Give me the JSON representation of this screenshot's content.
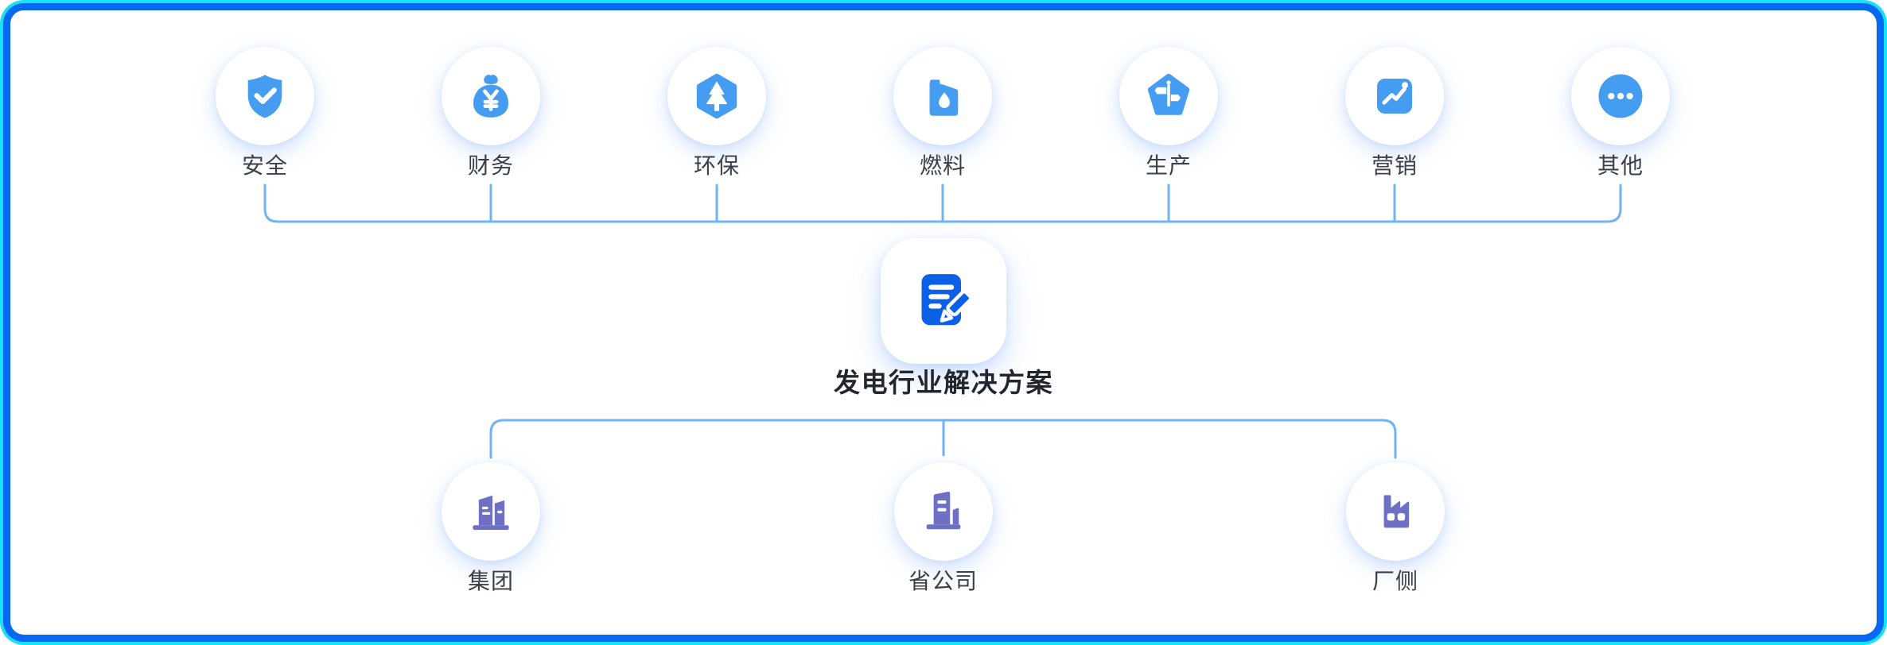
{
  "diagram": {
    "center": {
      "label": "发电行业解决方案",
      "icon": "document-edit-icon"
    },
    "top_row": {
      "items": [
        {
          "label": "安全",
          "icon": "shield-check-icon"
        },
        {
          "label": "财务",
          "icon": "money-bag-icon"
        },
        {
          "label": "环保",
          "icon": "hexagon-tree-icon"
        },
        {
          "label": "燃料",
          "icon": "fuel-can-icon"
        },
        {
          "label": "生产",
          "icon": "signpost-pentagon-icon"
        },
        {
          "label": "营销",
          "icon": "trend-chart-icon"
        },
        {
          "label": "其他",
          "icon": "ellipsis-icon"
        }
      ]
    },
    "bottom_row": {
      "items": [
        {
          "label": "集团",
          "icon": "group-buildings-icon"
        },
        {
          "label": "省公司",
          "icon": "province-company-icon"
        },
        {
          "label": "厂侧",
          "icon": "factory-icon"
        }
      ]
    }
  },
  "theme": {
    "light_blue": "#459DF2",
    "dark_blue": "#0A60E6",
    "purple": "#6F70C5",
    "connector_blue": "#6FB4F4",
    "frame_outer_cyan": "#18E1F5",
    "frame_inner_blue": "#0768F2",
    "label_color": "#3B3F47",
    "center_label_color": "#23262E"
  }
}
